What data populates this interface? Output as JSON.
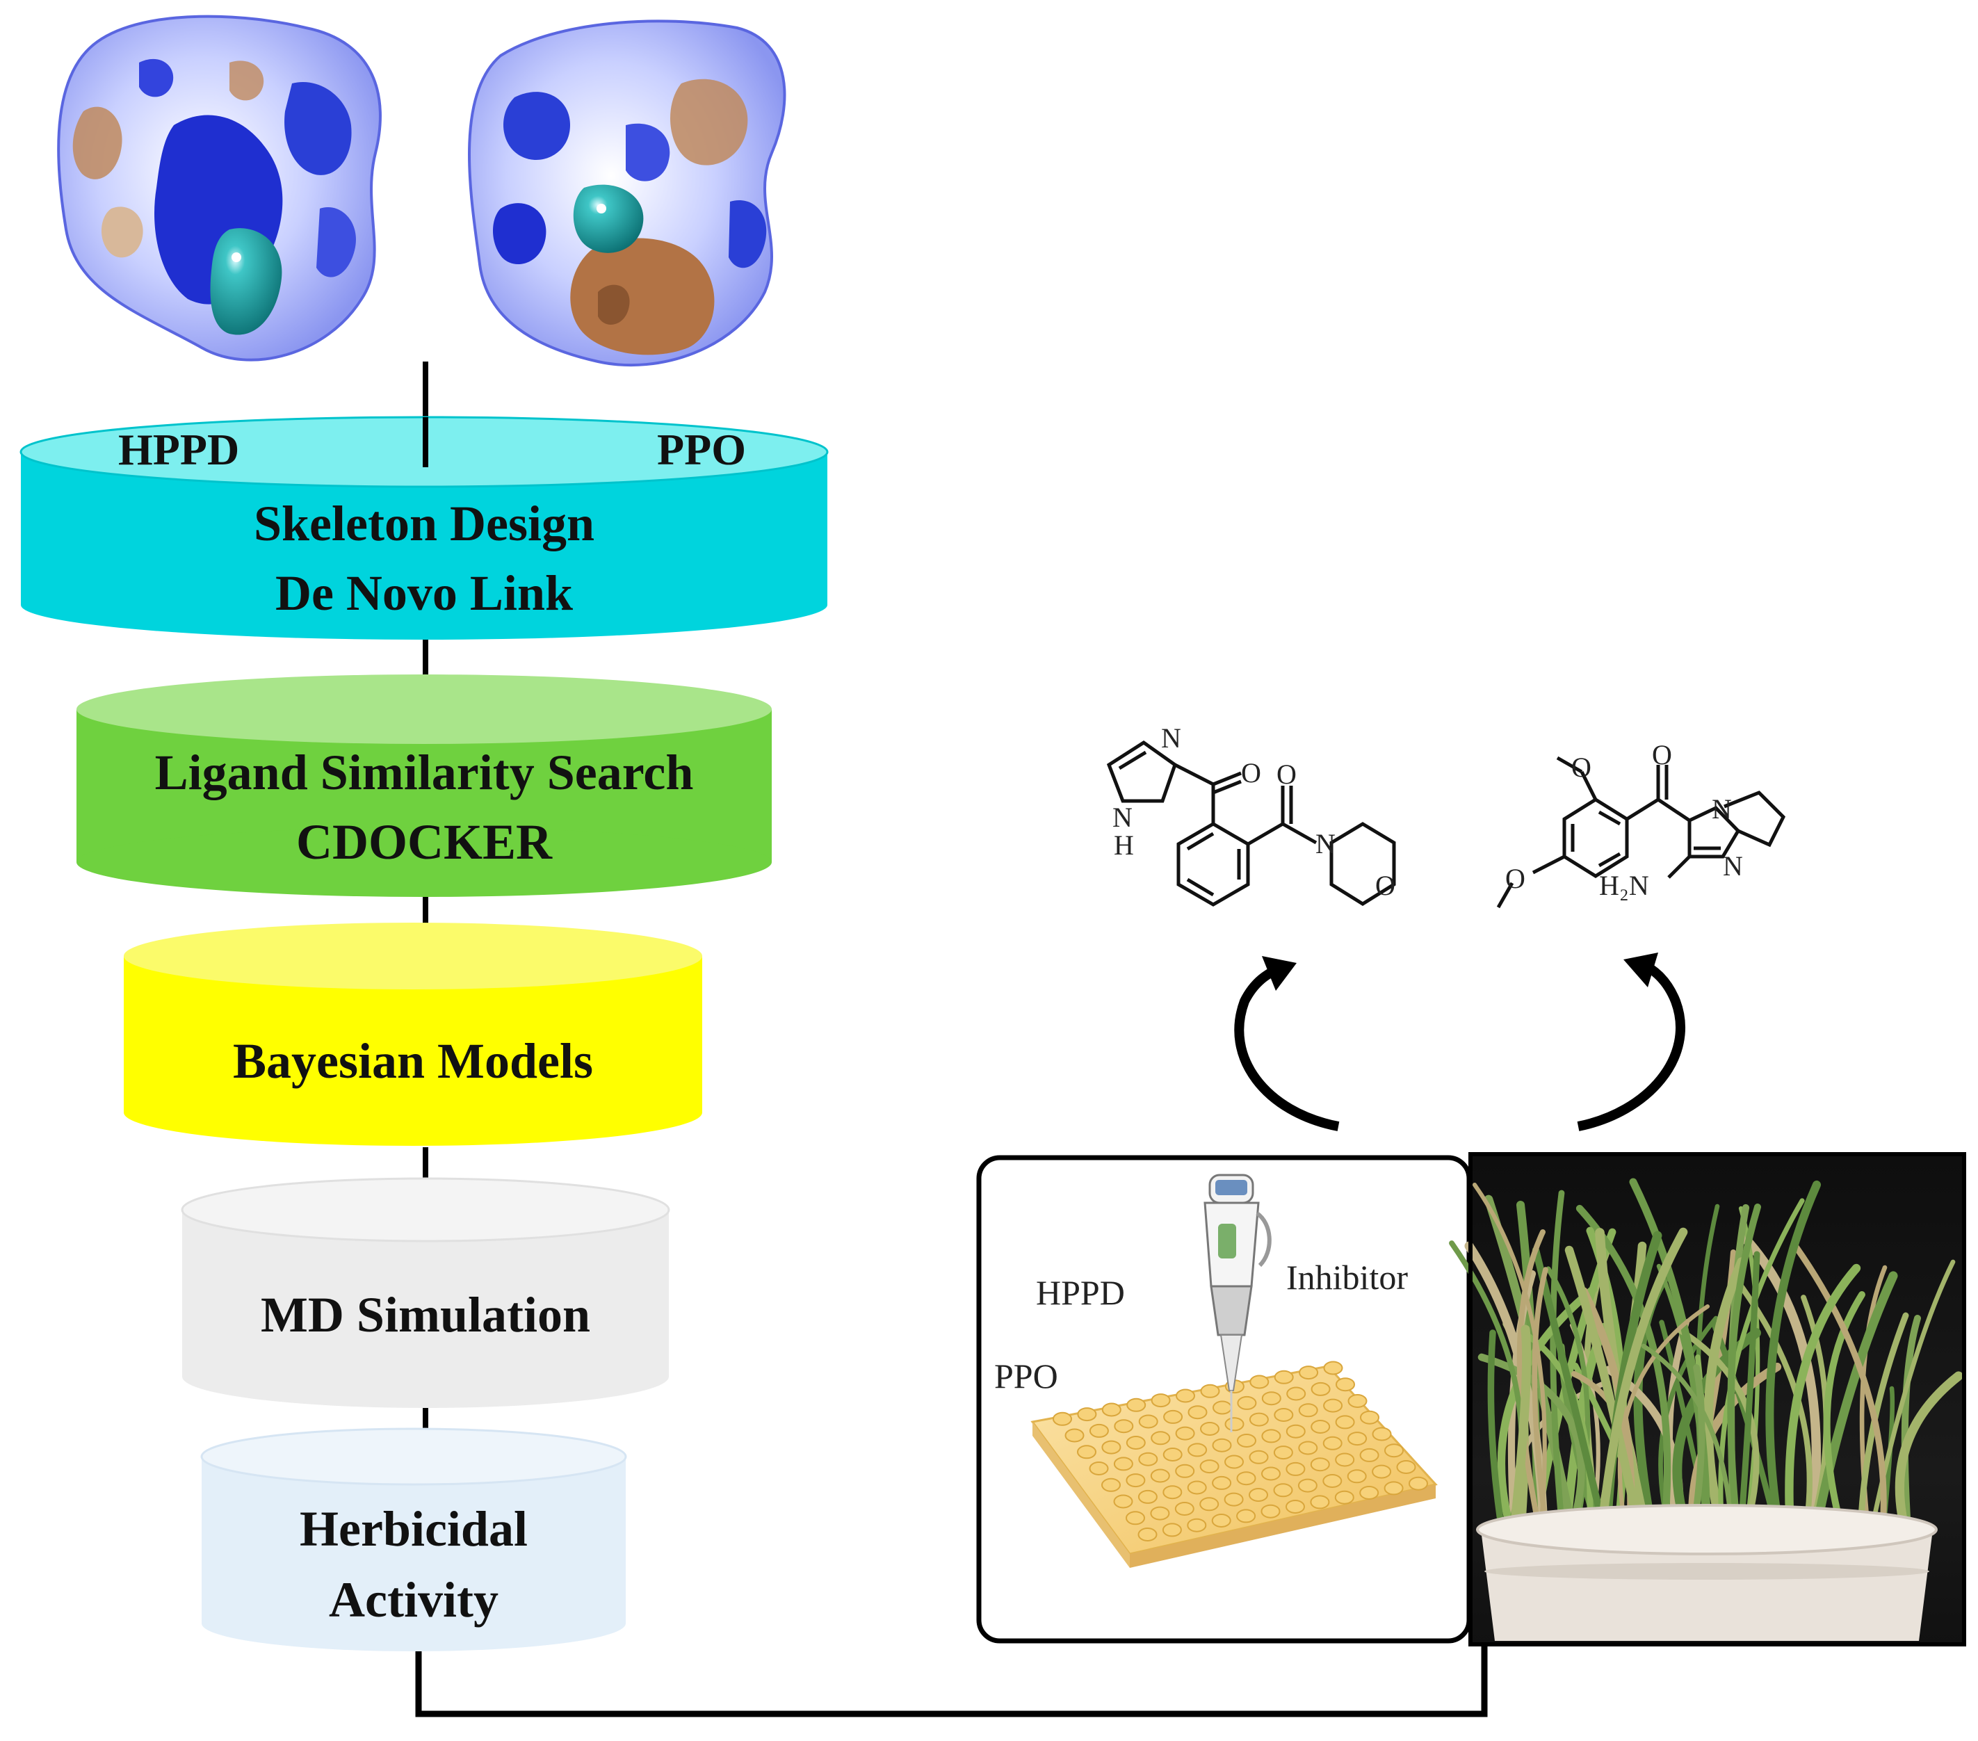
{
  "proteins": {
    "left_name": "HPPD",
    "right_name": "PPO"
  },
  "workflow": {
    "stage1_line1": "Skeleton Design",
    "stage1_line2": "De Novo Link",
    "stage2_line1": "Ligand Similarity Search",
    "stage2_line2": "CDOCKER",
    "stage3": "Bayesian Models",
    "stage4": "MD Simulation",
    "stage5_line1": "Herbicidal",
    "stage5_line2": "Activity"
  },
  "assay_panel": {
    "hppd": "HPPD",
    "ppo": "PPO",
    "inhibitor": "Inhibitor"
  },
  "molecule_atoms": {
    "n": "N",
    "h": "H",
    "o": "O",
    "h2n": "H₂N"
  },
  "colors": {
    "cylinder_cyan": "#00d4dd",
    "cylinder_green": "#6fd13f",
    "cylinder_yellow": "#ffff00",
    "cylinder_gray": "#ececec",
    "cylinder_lightblue": "#e3eff9",
    "protein_blue": "#2a3fd6",
    "protein_tan": "#c08a5e",
    "ligand_teal": "#1a9e9e"
  }
}
